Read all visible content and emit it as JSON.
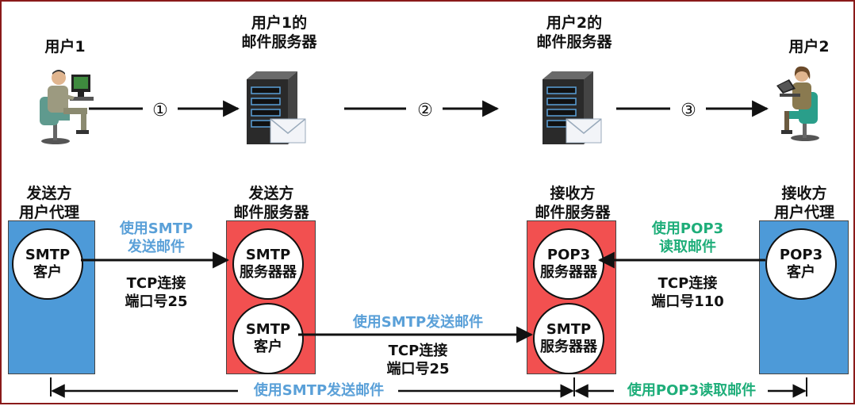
{
  "top": {
    "user1": "用户1",
    "server1": [
      "用户1的",
      "邮件服务器"
    ],
    "server2": [
      "用户2的",
      "邮件服务器"
    ],
    "user2": "用户2",
    "step1": "①",
    "step2": "②",
    "step3": "③"
  },
  "headers": {
    "sender_agent": [
      "发送方",
      "用户代理"
    ],
    "sender_server": [
      "发送方",
      "邮件服务器"
    ],
    "receiver_server": [
      "接收方",
      "邮件服务器"
    ],
    "receiver_agent": [
      "接收方",
      "用户代理"
    ]
  },
  "nodes": {
    "smtp_client_1": [
      "SMTP",
      "客户"
    ],
    "smtp_server_1": [
      "SMTP",
      "服务器器"
    ],
    "smtp_client_2": [
      "SMTP",
      "客户"
    ],
    "pop3_server": [
      "POP3",
      "服务器器"
    ],
    "smtp_server_2": [
      "SMTP",
      "服务器器"
    ],
    "pop3_client": [
      "POP3",
      "客户"
    ]
  },
  "labels": {
    "send_smtp_left": [
      "使用SMTP",
      "发送邮件"
    ],
    "tcp_left": [
      "TCP连接",
      "端口号25"
    ],
    "send_smtp_mid": "使用SMTP发送邮件",
    "tcp_mid": [
      "TCP连接",
      "端口号25"
    ],
    "read_pop3_right": [
      "使用POP3",
      "读取邮件"
    ],
    "tcp_right": [
      "TCP连接",
      "端口号110"
    ],
    "bottom_smtp": "使用SMTP发送邮件",
    "bottom_pop3": "使用POP3读取邮件"
  },
  "colors": {
    "agent_box": "#4d9ad8",
    "server_box": "#f25050",
    "smtp_text": "#5aa0d8",
    "pop3_text": "#1fae7a"
  }
}
